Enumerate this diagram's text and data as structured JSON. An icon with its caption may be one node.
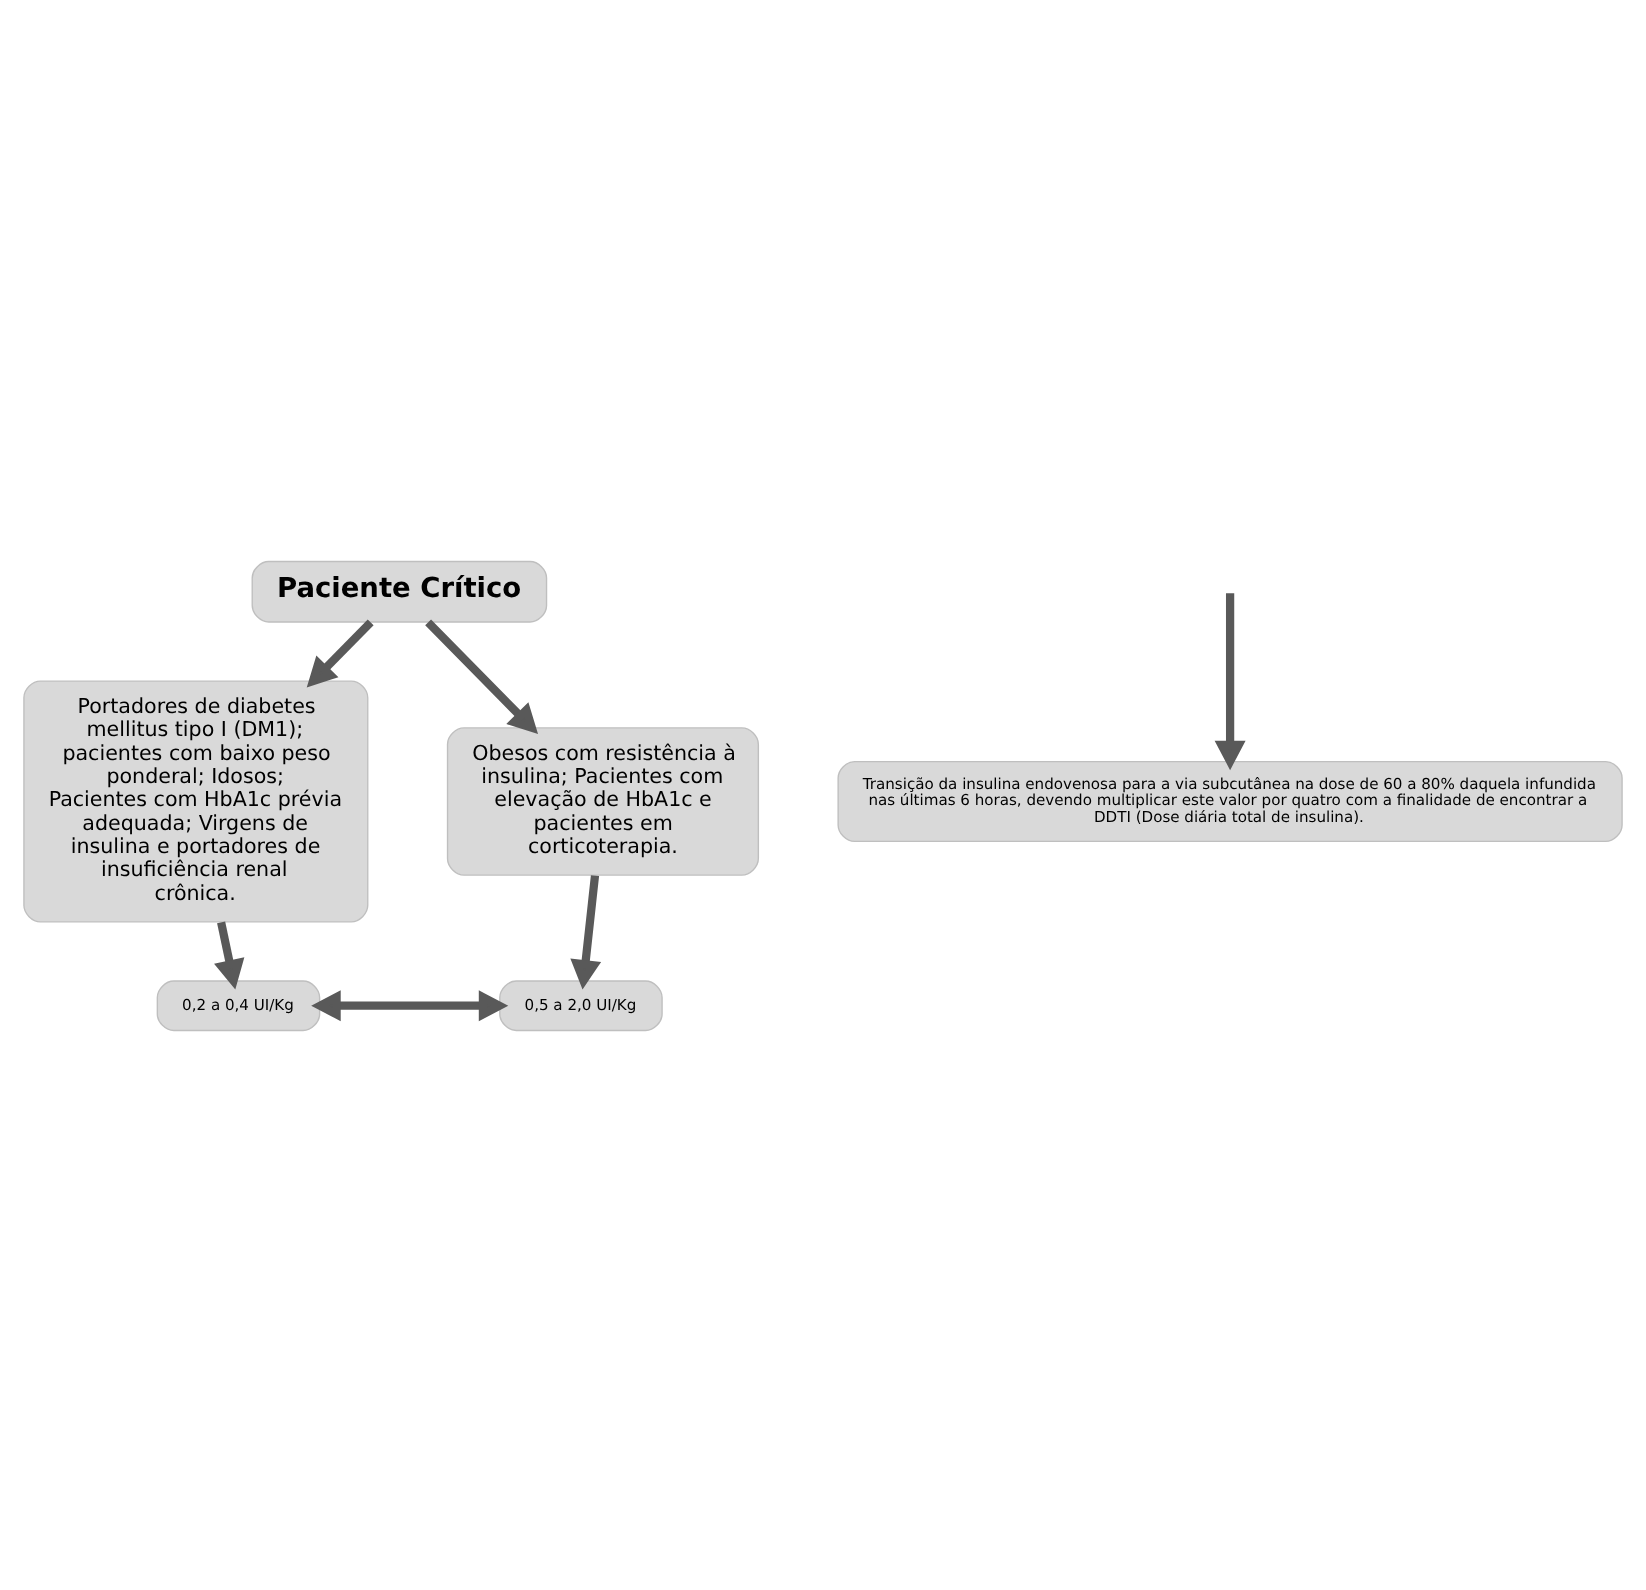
{
  "diagram": {
    "nodes": [
      {
        "text": [
          "Paciente Crítico"
        ]
      },
      {
        "text": [
          "Portadores de diabetes mellitus tipo I (DM1); pacientes com baixo peso ponderal; Idosos; Pacientes com HbA1c prévia adequada; Virgens de insulina e portadores de insuficiência renal crônica."
        ]
      },
      {
        "text": [
          "Obesos com resistência à insulina; Pacientes com elevação de HbA1c e pacientes em corticoterapia."
        ]
      },
      {
        "text": [
          "0,2 a 0,4 UI/Kg"
        ]
      },
      {
        "text": [
          "0,5 a 2,0 UI/Kg"
        ]
      },
      {
        "text": [
          "Transição da insulina endovenosa para a via subcutânea na dose de 60 a 80% daquela infundida nas últimas 6 horas, devendo multiplicar este valor por quatro com a finalidade de encontrar a DDTI (Dose diária total de insulina)."
        ]
      }
    ],
    "edges": [
      {
        "from": 0,
        "to": 1,
        "arrow": "to"
      },
      {
        "from": 0,
        "to": 2,
        "arrow": "to"
      },
      {
        "from": 1,
        "to": 3,
        "arrow": "to"
      },
      {
        "from": 2,
        "to": 4,
        "arrow": "to"
      },
      {
        "from": 3,
        "to": 4,
        "arrow": "both"
      },
      {
        "from": null,
        "to": 5,
        "arrow": "to"
      }
    ]
  }
}
